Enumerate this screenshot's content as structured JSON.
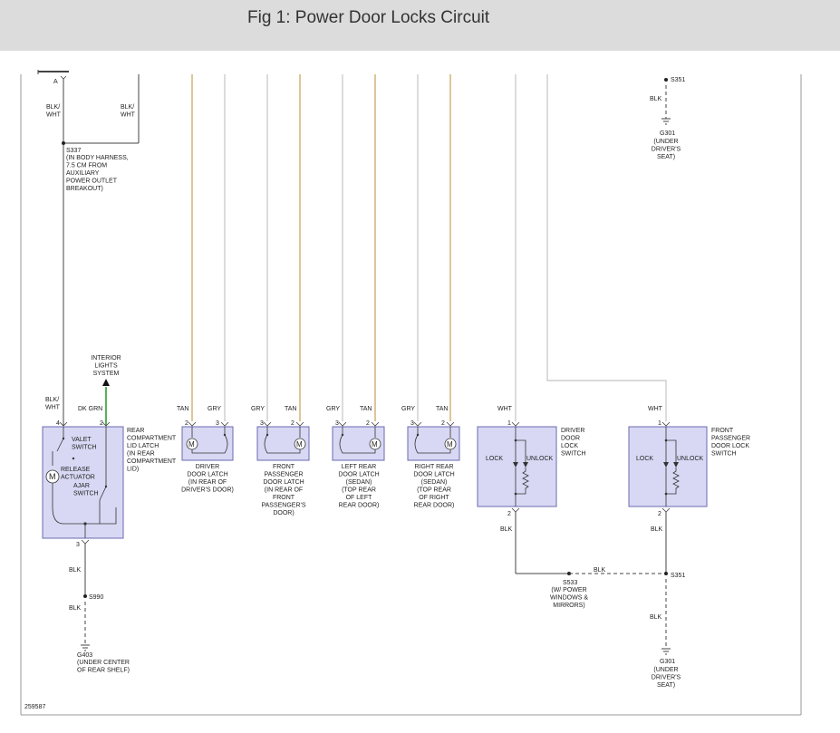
{
  "header": {
    "title": "Fig 1: Power Door Locks Circuit"
  },
  "colors": {
    "tan": "#c8a050",
    "gray": "#c4c4c4",
    "black": "#444444",
    "green": "#1a9a1a",
    "component_fill": "#d8d8f4",
    "component_border": "#6a6ab0",
    "header_bg": "#dcdcdc"
  },
  "figure_id": "259587",
  "top_left": {
    "connector": "A",
    "wire_left": "BLK/\nWHT",
    "wire_right": "BLK/\nWHT"
  },
  "splices": {
    "s337": {
      "name": "S337",
      "note": "(IN BODY HARNESS,\n7.5 CM FROM\nAUXILIARY\nPOWER OUTLET\nBREAKOUT)"
    },
    "s351_top": {
      "name": "S351",
      "wire": "BLK"
    },
    "s990": {
      "name": "S990",
      "wire": "BLK"
    },
    "s533": {
      "name": "S533",
      "note": "(W/ POWER\nWINDOWS &\nMIRRORS)",
      "wire": "BLK"
    },
    "s351_bottom": {
      "name": "S351"
    }
  },
  "grounds": {
    "g301_top": {
      "name": "G301",
      "note": "(UNDER\nDRIVER'S\nSEAT)"
    },
    "g403": {
      "name": "G403",
      "note": "(UNDER CENTER\nOF REAR SHELF)"
    },
    "g301_bottom": {
      "name": "G301",
      "note": "(UNDER\nDRIVER'S\nSEAT)"
    }
  },
  "interior_lights": "INTERIOR\nLIGHTS\nSYSTEM",
  "components": {
    "rear_latch": {
      "pin_left_wire": "BLK/\nWHT",
      "pin_left": "4",
      "pin_right_wire": "DK GRN",
      "pin_right": "2",
      "valet": "VALET\nSWITCH",
      "release": "RELEASE\nACTUATOR",
      "ajar": "AJAR\nSWITCH",
      "label": "REAR\nCOMPARTMENT\nLID LATCH\n(IN REAR\nCOMPARTMENT\nLID)",
      "bottom_pin": "3",
      "bottom_wire": "BLK",
      "motor": "M"
    },
    "driver_latch": {
      "wire_a": "TAN",
      "pin_a": "2",
      "wire_b": "GRY",
      "pin_b": "3",
      "label": "DRIVER\nDOOR LATCH\n(IN REAR OF\nDRIVER'S DOOR)",
      "motor": "M"
    },
    "front_pass_latch": {
      "wire_a": "GRY",
      "pin_a": "3",
      "wire_b": "TAN",
      "pin_b": "2",
      "label": "FRONT\nPASSENGER\nDOOR LATCH\n(IN REAR OF\nFRONT\nPASSENGER'S\nDOOR)",
      "motor": "M"
    },
    "left_rear_latch": {
      "wire_a": "GRY",
      "pin_a": "3",
      "wire_b": "TAN",
      "pin_b": "2",
      "label": "LEFT REAR\nDOOR LATCH\n(SEDAN)\n(TOP REAR\nOF LEFT\nREAR DOOR)",
      "motor": "M"
    },
    "right_rear_latch": {
      "wire_a": "GRY",
      "pin_a": "3",
      "wire_b": "TAN",
      "pin_b": "2",
      "label": "RIGHT REAR\nDOOR LATCH\n(SEDAN)\n(TOP REAR\nOF RIGHT\nREAR DOOR)",
      "motor": "M"
    },
    "driver_switch": {
      "wire": "WHT",
      "pin_top": "1",
      "lock": "LOCK",
      "unlock": "UNLOCK",
      "pin_bottom": "2",
      "bottom_wire": "BLK",
      "label": "DRIVER\nDOOR\nLOCK\nSWITCH"
    },
    "pass_switch": {
      "wire": "WHT",
      "pin_top": "1",
      "lock": "LOCK",
      "unlock": "UNLOCK",
      "pin_bottom": "2",
      "bottom_wire": "BLK",
      "label": "FRONT\nPASSENGER\nDOOR LOCK\nSWITCH"
    }
  }
}
